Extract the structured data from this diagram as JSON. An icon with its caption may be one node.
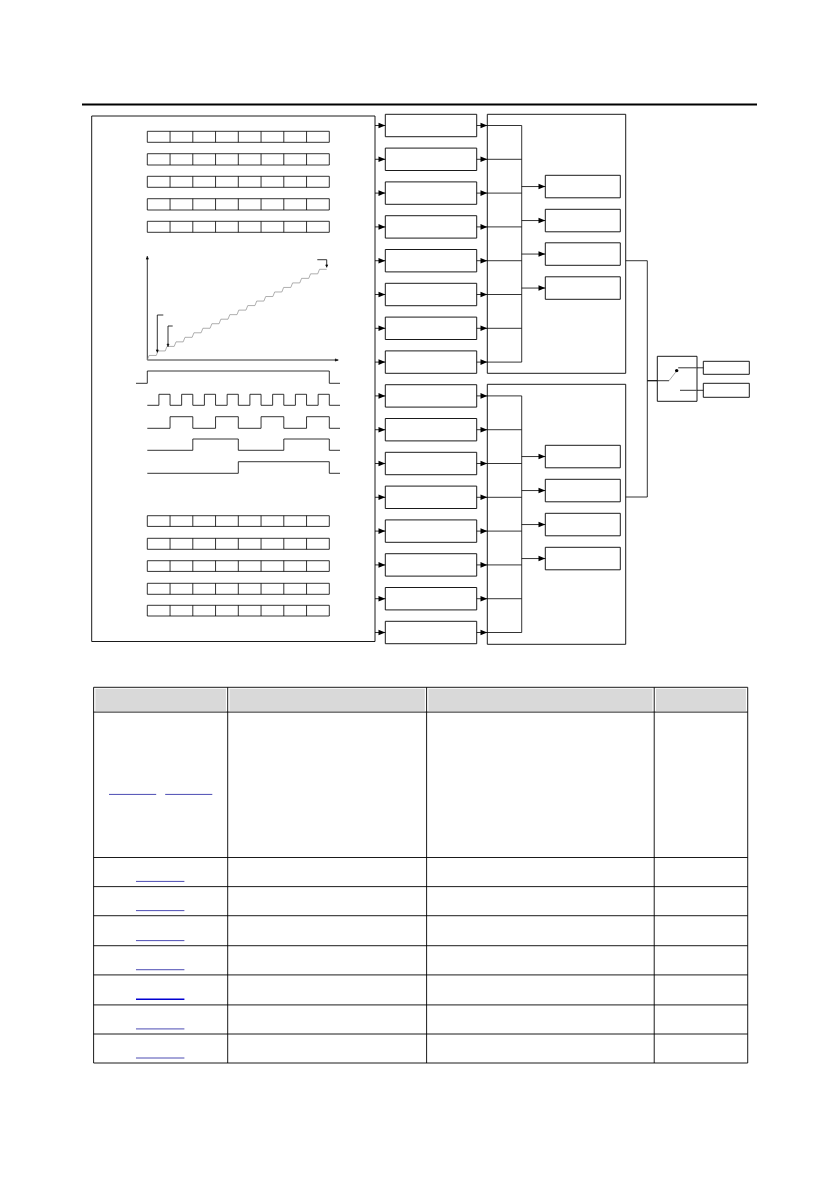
{
  "diagram": {
    "nodes": [
      {
        "text": [],
        "shape": "box"
      },
      {
        "text": [],
        "shape": "box"
      },
      {
        "text": [],
        "shape": "box"
      },
      {
        "text": [],
        "shape": "box"
      },
      {
        "text": [],
        "shape": "box"
      },
      {
        "text": [],
        "shape": "box"
      },
      {
        "text": [],
        "shape": "box"
      },
      {
        "text": [],
        "shape": "box"
      },
      {
        "text": [],
        "shape": "box"
      },
      {
        "text": [],
        "shape": "box"
      },
      {
        "text": [],
        "shape": "box"
      },
      {
        "text": [],
        "shape": "box"
      },
      {
        "text": [],
        "shape": "box"
      },
      {
        "text": [],
        "shape": "box"
      },
      {
        "text": [],
        "shape": "box"
      },
      {
        "text": [],
        "shape": "box"
      },
      {
        "text": [],
        "shape": "box"
      },
      {
        "text": [],
        "shape": "box"
      },
      {
        "text": [],
        "shape": "box",
        "in": 17
      },
      {
        "text": [],
        "shape": "box",
        "in": 17
      },
      {
        "text": [],
        "shape": "box",
        "in": 17
      },
      {
        "text": [],
        "shape": "box",
        "in": 17
      },
      {
        "text": [],
        "shape": "box"
      },
      {
        "text": [],
        "shape": "box",
        "in": 22
      },
      {
        "text": [],
        "shape": "box",
        "in": 22
      },
      {
        "text": [],
        "shape": "box",
        "in": 22
      },
      {
        "text": [],
        "shape": "box",
        "in": 22
      },
      {
        "text": [],
        "shape": "box"
      },
      {
        "text": [],
        "shape": "box"
      },
      {
        "text": [],
        "shape": "box"
      }
    ],
    "edges": [
      {
        "from": 0,
        "to": 1,
        "arrow": "to"
      },
      {
        "from": 0,
        "to": 2,
        "arrow": "to"
      },
      {
        "from": 0,
        "to": 3,
        "arrow": "to"
      },
      {
        "from": 0,
        "to": 4,
        "arrow": "to"
      },
      {
        "from": 0,
        "to": 5,
        "arrow": "to"
      },
      {
        "from": 0,
        "to": 6,
        "arrow": "to"
      },
      {
        "from": 0,
        "to": 7,
        "arrow": "to"
      },
      {
        "from": 0,
        "to": 8,
        "arrow": "to"
      },
      {
        "from": 0,
        "to": 9,
        "arrow": "to"
      },
      {
        "from": 0,
        "to": 10,
        "arrow": "to"
      },
      {
        "from": 0,
        "to": 11,
        "arrow": "to"
      },
      {
        "from": 0,
        "to": 12,
        "arrow": "to"
      },
      {
        "from": 0,
        "to": 13,
        "arrow": "to"
      },
      {
        "from": 0,
        "to": 14,
        "arrow": "to"
      },
      {
        "from": 0,
        "to": 15,
        "arrow": "to"
      },
      {
        "from": 0,
        "to": 16,
        "arrow": "to"
      },
      {
        "from": 1,
        "to": 17,
        "arrow": "to"
      },
      {
        "from": 2,
        "to": 17,
        "arrow": "to"
      },
      {
        "from": 3,
        "to": 17,
        "arrow": "to"
      },
      {
        "from": 4,
        "to": 17,
        "arrow": "to"
      },
      {
        "from": 5,
        "to": 17,
        "arrow": "to"
      },
      {
        "from": 6,
        "to": 17,
        "arrow": "to"
      },
      {
        "from": 7,
        "to": 17,
        "arrow": "to"
      },
      {
        "from": 8,
        "to": 17,
        "arrow": "to"
      },
      {
        "from": 9,
        "to": 22,
        "arrow": "to"
      },
      {
        "from": 10,
        "to": 22,
        "arrow": "to"
      },
      {
        "from": 11,
        "to": 22,
        "arrow": "to"
      },
      {
        "from": 12,
        "to": 22,
        "arrow": "to"
      },
      {
        "from": 13,
        "to": 22,
        "arrow": "to"
      },
      {
        "from": 14,
        "to": 22,
        "arrow": "to"
      },
      {
        "from": 15,
        "to": 22,
        "arrow": "to"
      },
      {
        "from": 16,
        "to": 22,
        "arrow": "to"
      },
      {
        "from": 17,
        "to": 18,
        "arrow": "to"
      },
      {
        "from": 17,
        "to": 19,
        "arrow": "to"
      },
      {
        "from": 17,
        "to": 20,
        "arrow": "to"
      },
      {
        "from": 17,
        "to": 21,
        "arrow": "to"
      },
      {
        "from": 22,
        "to": 23,
        "arrow": "to"
      },
      {
        "from": 22,
        "to": 24,
        "arrow": "to"
      },
      {
        "from": 22,
        "to": 25,
        "arrow": "to"
      },
      {
        "from": 22,
        "to": 26,
        "arrow": "to"
      },
      {
        "from": 17,
        "to": 27,
        "arrow": "none"
      },
      {
        "from": 22,
        "to": 27,
        "arrow": "none"
      },
      {
        "from": 27,
        "to": 28,
        "arrow": "none"
      },
      {
        "from": 27,
        "to": 29,
        "arrow": "none"
      }
    ]
  }
}
